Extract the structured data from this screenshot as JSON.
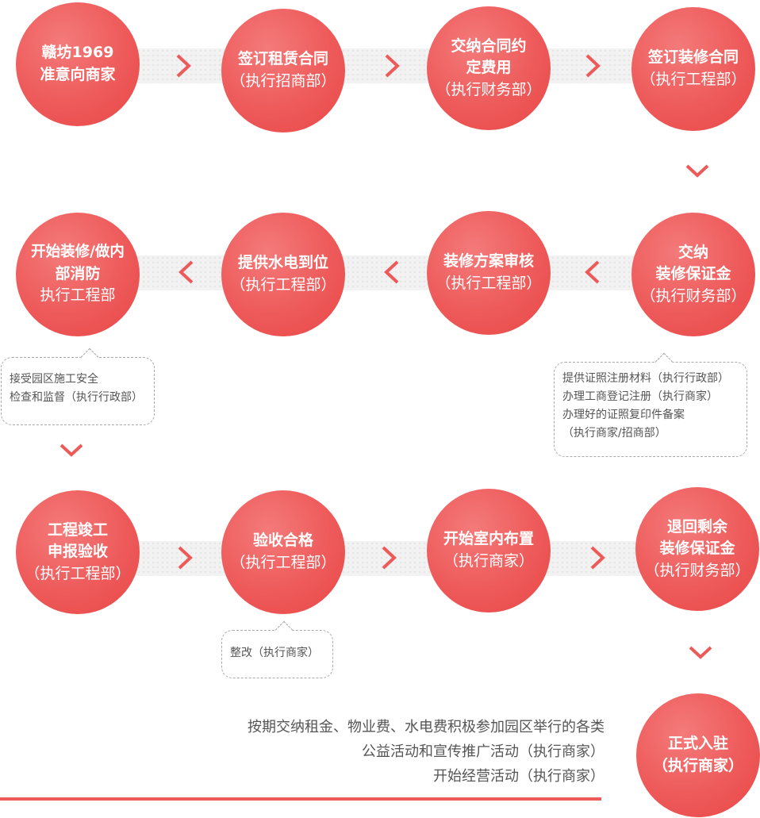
{
  "colors": {
    "accent": "#ec5a5a",
    "band": "#f2f2f2",
    "note_text": "#555555"
  },
  "steps": {
    "s1": {
      "l1": "赣坊1969",
      "l2": "准意向商家"
    },
    "s2": {
      "l1": "签订租赁合同",
      "l2": "（执行招商部）"
    },
    "s3": {
      "l1": "交纳合同约",
      "l2": "定费用",
      "l3": "（执行财务部）"
    },
    "s4": {
      "l1": "签订装修合同",
      "l2": "（执行工程部）"
    },
    "s5": {
      "l1": "交纳",
      "l2": "装修保证金",
      "l3": "（执行财务部）"
    },
    "s6": {
      "l1": "装修方案审核",
      "l2": "（执行工程部）"
    },
    "s7": {
      "l1": "提供水电到位",
      "l2": "（执行工程部）"
    },
    "s8": {
      "l1": "开始装修/做内",
      "l2": "部消防",
      "l3": "执行工程部"
    },
    "s9": {
      "l1": "工程竣工",
      "l2": "申报验收",
      "l3": "（执行工程部）"
    },
    "s10": {
      "l1": "验收合格",
      "l2": "（执行工程部）"
    },
    "s11": {
      "l1": "开始室内布置",
      "l2": "（执行商家）"
    },
    "s12": {
      "l1": "退回剩余",
      "l2": "装修保证金",
      "l3": "（执行财务部）"
    },
    "s13": {
      "l1": "正式入驻",
      "l2": "（执行商家）"
    }
  },
  "bubbles": {
    "license": [
      "提供证照注册材料（执行行政部）",
      "办理工商登记注册（执行商家）",
      "办理好的证照复印件备案",
      "（执行商家/招商部）"
    ],
    "safety": [
      "接受园区施工安全",
      "检查和监督（执行行政部）"
    ],
    "rectify": [
      "整改（执行商家）"
    ]
  },
  "final_note": [
    "按期交纳租金、物业费、水电费积极参加园区举行的各类",
    "公益活动和宣传推广活动（执行商家）",
    "开始经营活动（执行商家）"
  ],
  "arrows": {
    "row1": [
      "chevron-right",
      "chevron-right",
      "chevron-right"
    ],
    "down1": "chevron-down",
    "row2": [
      "chevron-left",
      "chevron-left",
      "chevron-left"
    ],
    "down2": "chevron-down",
    "row3": [
      "chevron-right",
      "chevron-right",
      "chevron-right"
    ],
    "down3": "chevron-down"
  }
}
